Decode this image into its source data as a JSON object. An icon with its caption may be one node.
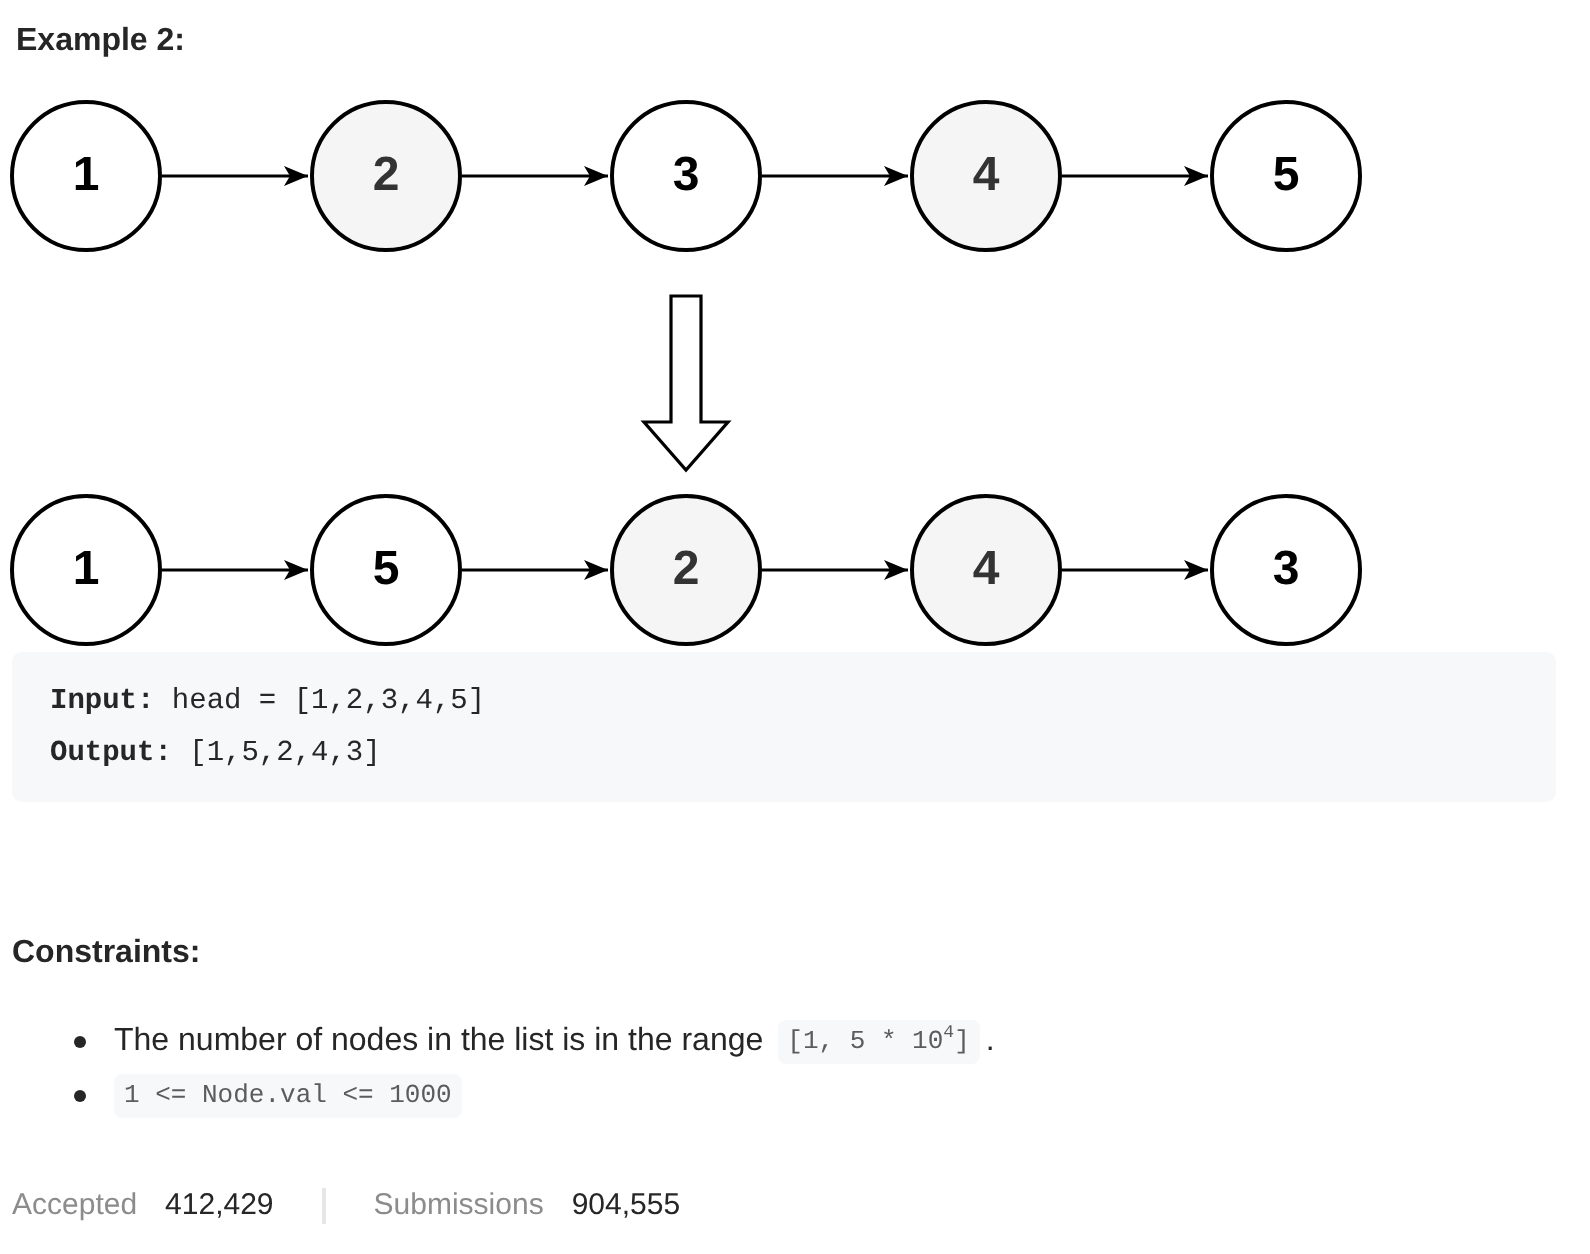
{
  "diagram": {
    "title": "Example 2:",
    "nodes": [
      {
        "text": [
          "1"
        ]
      },
      {
        "text": [
          "2"
        ]
      },
      {
        "text": [
          "3"
        ]
      },
      {
        "text": [
          "4"
        ]
      },
      {
        "text": [
          "5"
        ]
      },
      {
        "text": [
          "1"
        ]
      },
      {
        "text": [
          "5"
        ]
      },
      {
        "text": [
          "2"
        ]
      },
      {
        "text": [
          "4"
        ]
      },
      {
        "text": [
          "3"
        ]
      }
    ],
    "edges": [
      {
        "from": 0,
        "to": 1,
        "arrow": "to"
      },
      {
        "from": 1,
        "to": 2,
        "arrow": "to"
      },
      {
        "from": 2,
        "to": 3,
        "arrow": "to"
      },
      {
        "from": 3,
        "to": 4,
        "arrow": "to"
      },
      {
        "from": 2,
        "to": 7,
        "arrow": "to",
        "style": "thick"
      },
      {
        "from": 5,
        "to": 6,
        "arrow": "to"
      },
      {
        "from": 6,
        "to": 7,
        "arrow": "to"
      },
      {
        "from": 7,
        "to": 8,
        "arrow": "to"
      },
      {
        "from": 8,
        "to": 9,
        "arrow": "to"
      }
    ],
    "labels": [
      "**Input:** head = [1,2,3,4,5]",
      "**Output:** [1,5,2,4,3]",
      "Constraints:",
      "The number of nodes in the list is in the range",
      "[1, 5 * 10$^{4}$]",
      ".",
      "1 <= Node.val <= 1000",
      "Accepted",
      "412,429",
      "Submissions",
      "904,555"
    ]
  }
}
